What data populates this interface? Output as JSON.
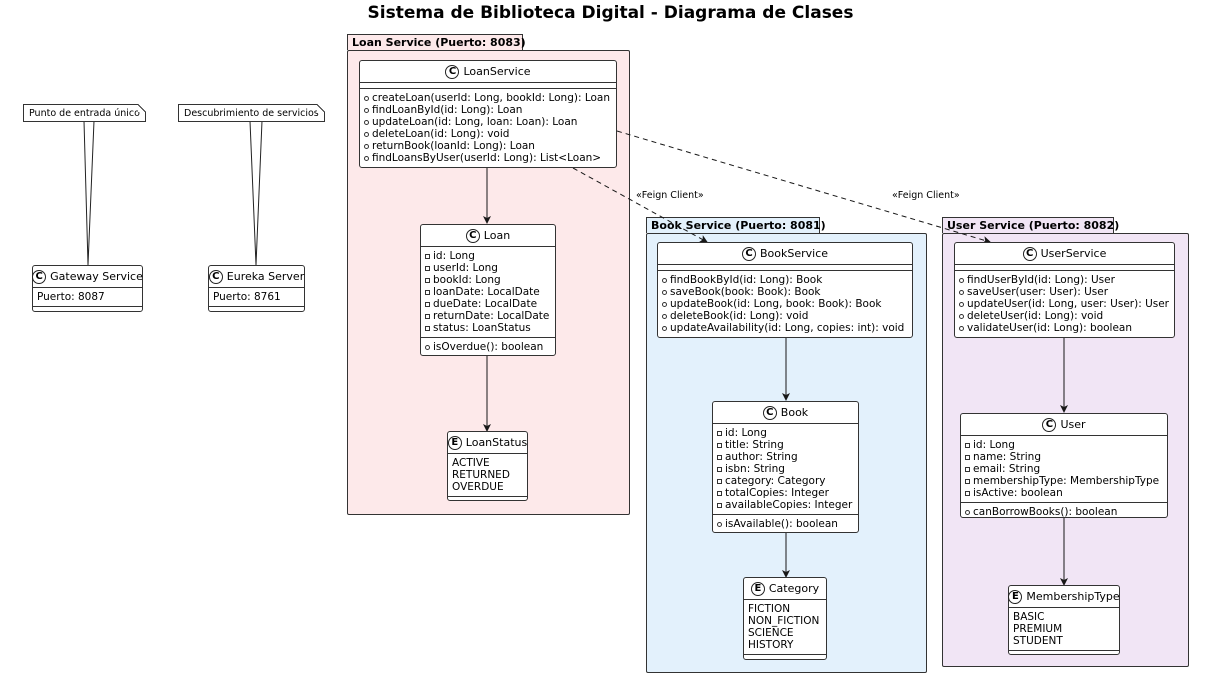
{
  "title": "Sistema de Biblioteca Digital - Diagrama de Clases",
  "packages": {
    "loan": "Loan Service (Puerto: 8083)",
    "book": "Book Service (Puerto: 8081)",
    "user": "User Service (Puerto: 8082)"
  },
  "colors": {
    "loan_bg": "#fde9ea",
    "book_bg": "#e3f1fc",
    "user_bg": "#f1e5f5"
  },
  "notes": {
    "gateway": "Punto de entrada único",
    "eureka": "Descubrimiento de servicios"
  },
  "edge_labels": {
    "feign_book": "«Feign Client»",
    "feign_user": "«Feign Client»"
  },
  "classes": {
    "gateway": {
      "stereo": "C",
      "name": "Gateway Service",
      "fields": [
        "Puerto: 8087"
      ]
    },
    "eureka": {
      "stereo": "C",
      "name": "Eureka Server",
      "fields": [
        "Puerto: 8761"
      ]
    },
    "loanservice": {
      "stereo": "C",
      "name": "LoanService",
      "methods": [
        "createLoan(userId: Long, bookId: Long): Loan",
        "findLoanById(id: Long): Loan",
        "updateLoan(id: Long, loan: Loan): Loan",
        "deleteLoan(id: Long): void",
        "returnBook(loanId: Long): Loan",
        "findLoansByUser(userId: Long): List<Loan>"
      ]
    },
    "loan": {
      "stereo": "C",
      "name": "Loan",
      "fields": [
        "id: Long",
        "userId: Long",
        "bookId: Long",
        "loanDate: LocalDate",
        "dueDate: LocalDate",
        "returnDate: LocalDate",
        "status: LoanStatus"
      ],
      "methods": [
        "isOverdue(): boolean"
      ]
    },
    "loanstatus": {
      "stereo": "E",
      "name": "LoanStatus",
      "values": [
        "ACTIVE",
        "RETURNED",
        "OVERDUE"
      ]
    },
    "bookservice": {
      "stereo": "C",
      "name": "BookService",
      "methods": [
        "findBookById(id: Long): Book",
        "saveBook(book: Book): Book",
        "updateBook(id: Long, book: Book): Book",
        "deleteBook(id: Long): void",
        "updateAvailability(id: Long, copies: int): void"
      ]
    },
    "book": {
      "stereo": "C",
      "name": "Book",
      "fields": [
        "id: Long",
        "title: String",
        "author: String",
        "isbn: String",
        "category: Category",
        "totalCopies: Integer",
        "availableCopies: Integer"
      ],
      "methods": [
        "isAvailable(): boolean"
      ]
    },
    "category": {
      "stereo": "E",
      "name": "Category",
      "values": [
        "FICTION",
        "NON_FICTION",
        "SCIENCE",
        "HISTORY"
      ]
    },
    "userservice": {
      "stereo": "C",
      "name": "UserService",
      "methods": [
        "findUserById(id: Long): User",
        "saveUser(user: User): User",
        "updateUser(id: Long, user: User): User",
        "deleteUser(id: Long): void",
        "validateUser(id: Long): boolean"
      ]
    },
    "user": {
      "stereo": "C",
      "name": "User",
      "fields": [
        "id: Long",
        "name: String",
        "email: String",
        "membershipType: MembershipType",
        "isActive: boolean"
      ],
      "methods": [
        "canBorrowBooks(): boolean"
      ]
    },
    "membershiptype": {
      "stereo": "E",
      "name": "MembershipType",
      "values": [
        "BASIC",
        "PREMIUM",
        "STUDENT"
      ]
    }
  }
}
